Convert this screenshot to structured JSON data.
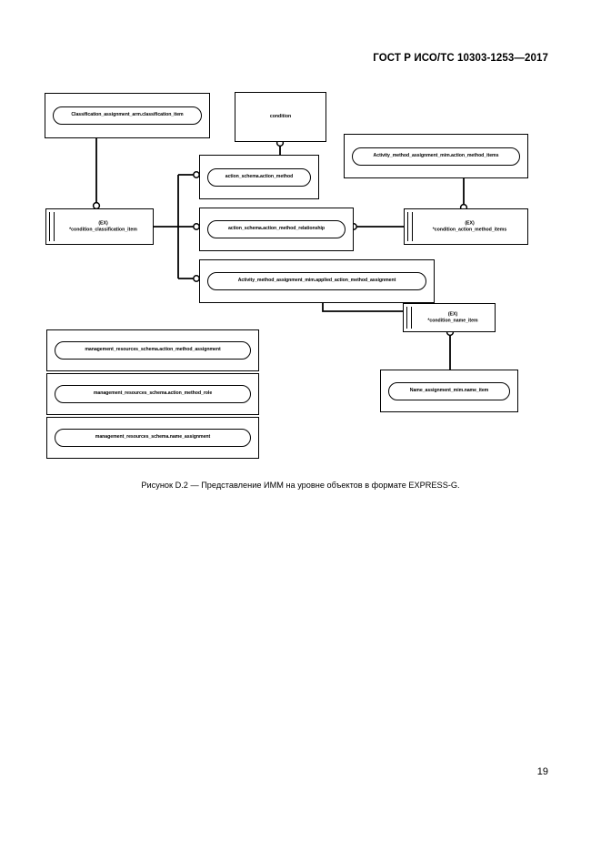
{
  "document": {
    "header": "ГОСТ Р ИСО/ТС 10303-1253—2017",
    "page_number": "19",
    "figure_caption": "Рисунок D.2 — Представление ИММ на уровне объектов в формате EXPRESS-G."
  },
  "diagram": {
    "type": "EXPRESS-G entity level diagram",
    "nodes": [
      {
        "id": "classification_assignment_arm",
        "style": "rounded-in-box",
        "label": "Classification_assignment_arm.classification_item"
      },
      {
        "id": "condition",
        "style": "plain-box",
        "label": "condition"
      },
      {
        "id": "activity_method_assignment_mim_action_method_items",
        "style": "rounded-in-box",
        "label": "Activity_method_assignment_mim.action_method_items"
      },
      {
        "id": "action_schema_action_method",
        "style": "rounded-in-box",
        "label": "action_schema.action_method"
      },
      {
        "id": "condition_classification_item",
        "style": "ex-box",
        "tag": "(EX)",
        "label": "*condition_classification_item"
      },
      {
        "id": "action_schema_action_method_relationship",
        "style": "rounded-in-box",
        "label": "action_schema.action_method_relationship"
      },
      {
        "id": "condition_action_method_items",
        "style": "ex-box",
        "tag": "(EX)",
        "label": "*condition_action_method_items"
      },
      {
        "id": "applied_action_method_assignment",
        "style": "rounded-in-box",
        "label": "Activity_method_assignment_mim.applied_action_method_assignment"
      },
      {
        "id": "condition_name_item",
        "style": "ex-box",
        "tag": "(EX)",
        "label": "*condition_name_item"
      },
      {
        "id": "name_assignment_mim_name_item",
        "style": "rounded-in-box",
        "label": "Name_assignment_mim.name_item"
      },
      {
        "id": "mrs_action_method_assignment",
        "style": "rounded-in-box",
        "label": "management_resources_schema.action_method_assignment"
      },
      {
        "id": "mrs_action_method_role",
        "style": "rounded-in-box",
        "label": "management_resources_schema.action_method_role"
      },
      {
        "id": "mrs_name_assignment",
        "style": "rounded-in-box",
        "label": "management_resources_schema.name_assignment"
      }
    ]
  }
}
